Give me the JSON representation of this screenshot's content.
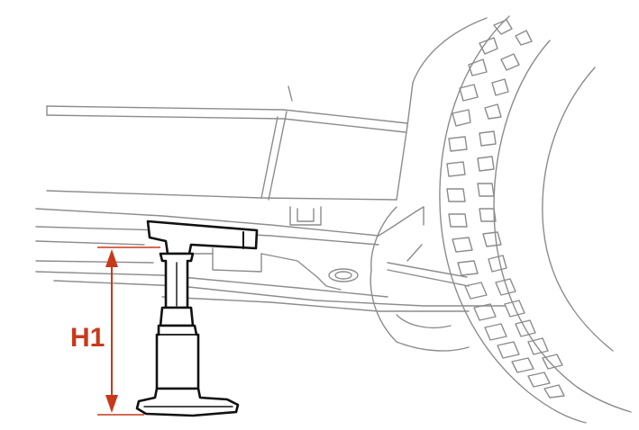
{
  "diagram": {
    "dimension_label": "H1",
    "colors": {
      "dimension": "#c8391b",
      "vehicle_outline": "#8c8c8c",
      "stand_outline": "#111111"
    },
    "parts": [
      "vehicle-body",
      "tire",
      "jack-stand",
      "height-dimension"
    ]
  }
}
